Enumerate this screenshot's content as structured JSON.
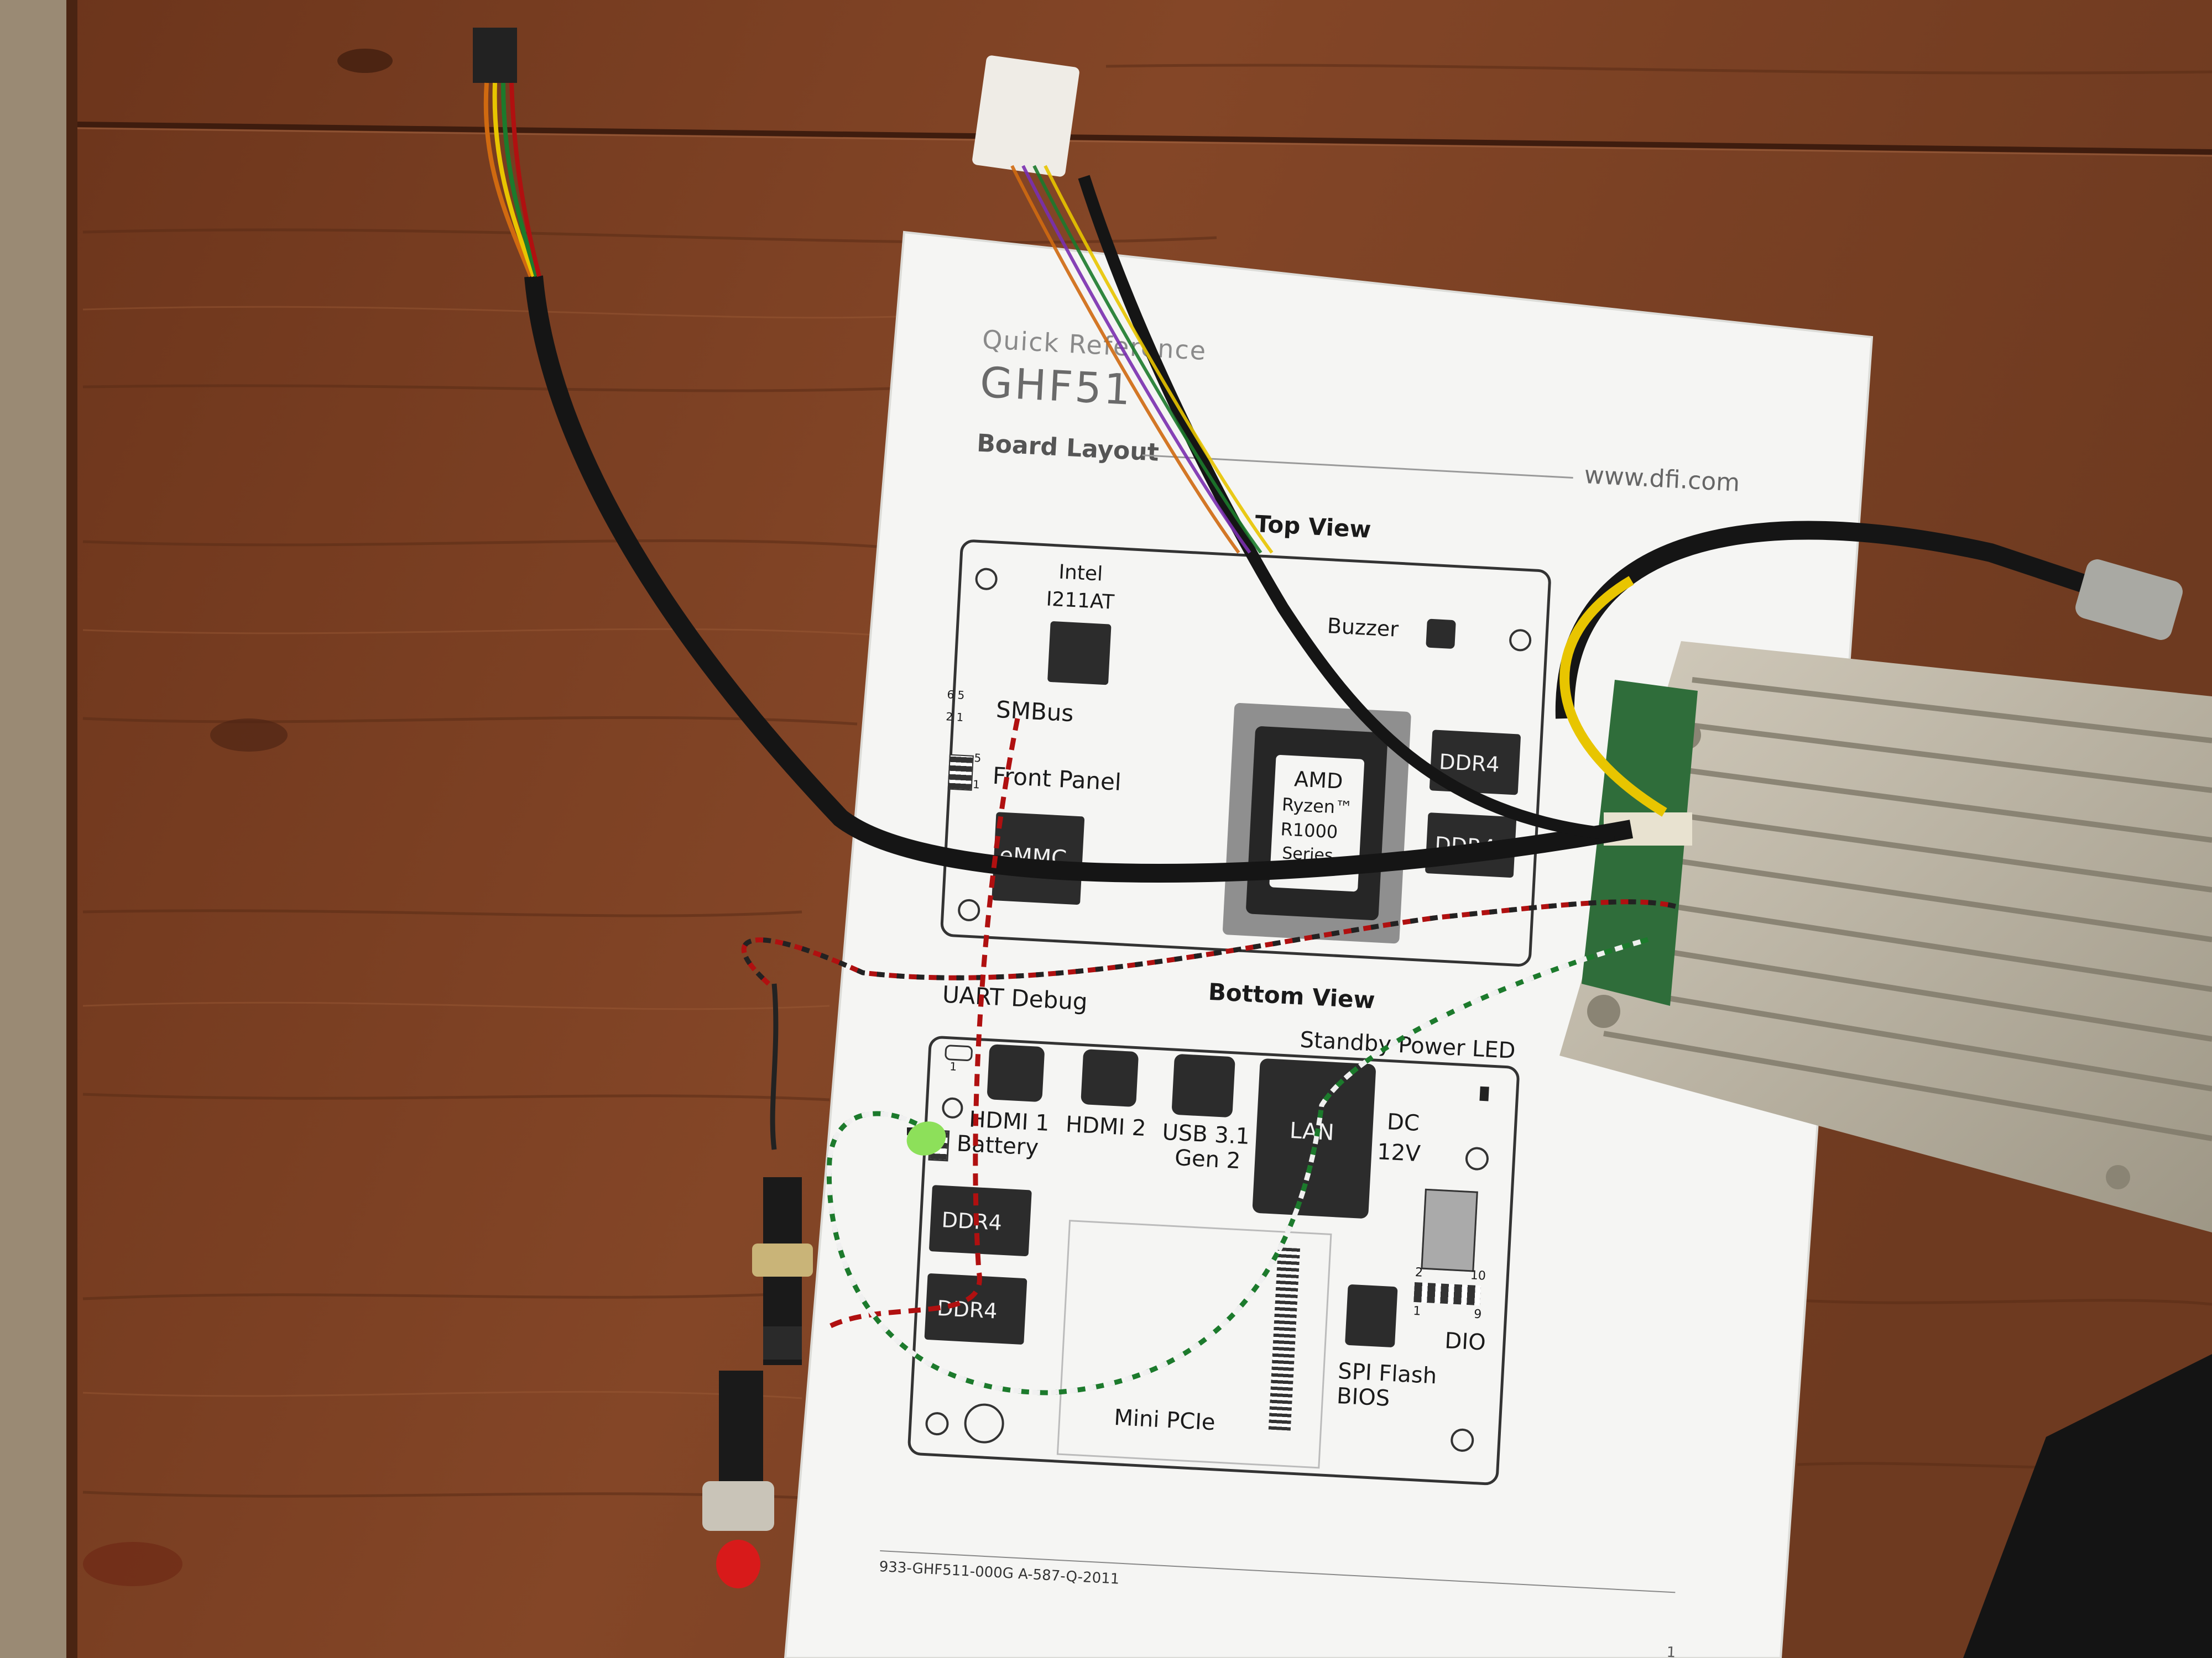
{
  "colors": {
    "wood": "#7a3f22",
    "wood_dark": "#4e2313",
    "paper": "#f5f5f3",
    "ink": "#1a1a1a",
    "component": "#2c2c2c",
    "heatsink": "#b9b2a2",
    "cable": "#151515"
  },
  "sheet": {
    "header_small": "Quick Reference",
    "model": "GHF51",
    "section_title": "Board Layout",
    "website": "www.dfi.com",
    "footer_code": "933-GHF511-000G A-587-Q-2011",
    "page_number": "1"
  },
  "top_view": {
    "title": "Top View",
    "lan_chip_line1": "Intel",
    "lan_chip_line2": "I211AT",
    "buzzer": "Buzzer",
    "smbus": "SMBus",
    "smbus_pins_top": "6 5",
    "smbus_pins_bottom": "2 1",
    "front_panel": "Front Panel",
    "front_panel_pin": "5",
    "front_panel_pin_bottom": "1",
    "emmc": "eMMC",
    "cpu_line1": "AMD",
    "cpu_line2": "Ryzen™",
    "cpu_line3": "R1000",
    "cpu_line4": "Series",
    "ddr4_a": "DDR4",
    "ddr4_b": "DDR4"
  },
  "bottom_view": {
    "title": "Bottom View",
    "uart_debug": "UART Debug",
    "uart_pin": "1",
    "standby_led": "Standby Power LED",
    "hdmi1": "HDMI 1",
    "hdmi2": "HDMI 2",
    "usb_line1": "USB 3.1",
    "usb_line2": "Gen 2",
    "lan": "LAN",
    "dc_line1": "DC",
    "dc_line2": "12V",
    "battery": "Battery",
    "ddr4_a": "DDR4",
    "ddr4_b": "DDR4",
    "dio_pin_tl": "2",
    "dio_pin_tr": "10",
    "dio_pin_bl": "1",
    "dio_pin_br": "9",
    "dio": "DIO",
    "spi_line1": "SPI Flash",
    "spi_line2": "BIOS",
    "mini_pcie": "Mini PCIe"
  }
}
